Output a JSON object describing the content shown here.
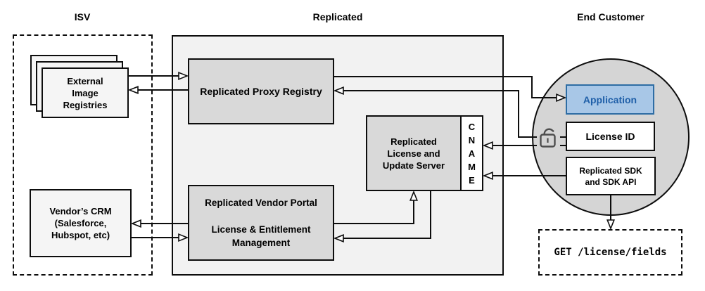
{
  "headers": {
    "isv": "ISV",
    "replicated": "Replicated",
    "end_customer": "End Customer"
  },
  "isv": {
    "registries_label": "External\nImage\nRegistries",
    "crm_label": "Vendor’s CRM\n(Salesforce,\nHubspot, etc)"
  },
  "replicated": {
    "proxy_label": "Replicated Proxy Registry",
    "server_label": "Replicated\nLicense and\nUpdate Server",
    "cname_label": "C\nN\nA\nM\nE",
    "portal_label": "Replicated Vendor Portal\n\nLicense & Entitlement\nManagement"
  },
  "end_customer": {
    "application_label": "Application",
    "license_id_label": "License ID",
    "sdk_label": "Replicated SDK\nand SDK API",
    "get_request": "GET /license/fields"
  },
  "icons": {
    "unlock": "unlock-icon"
  },
  "colors": {
    "container_fill": "#f2f2f2",
    "box_fill": "#d9d9d9",
    "light_box_fill": "#f5f5f5",
    "circle_fill": "#d5d5d5",
    "application_fill": "#a8c7e7",
    "application_border": "#2e6da4",
    "application_text": "#1f5fa8",
    "line_color": "#0d0d0d"
  }
}
